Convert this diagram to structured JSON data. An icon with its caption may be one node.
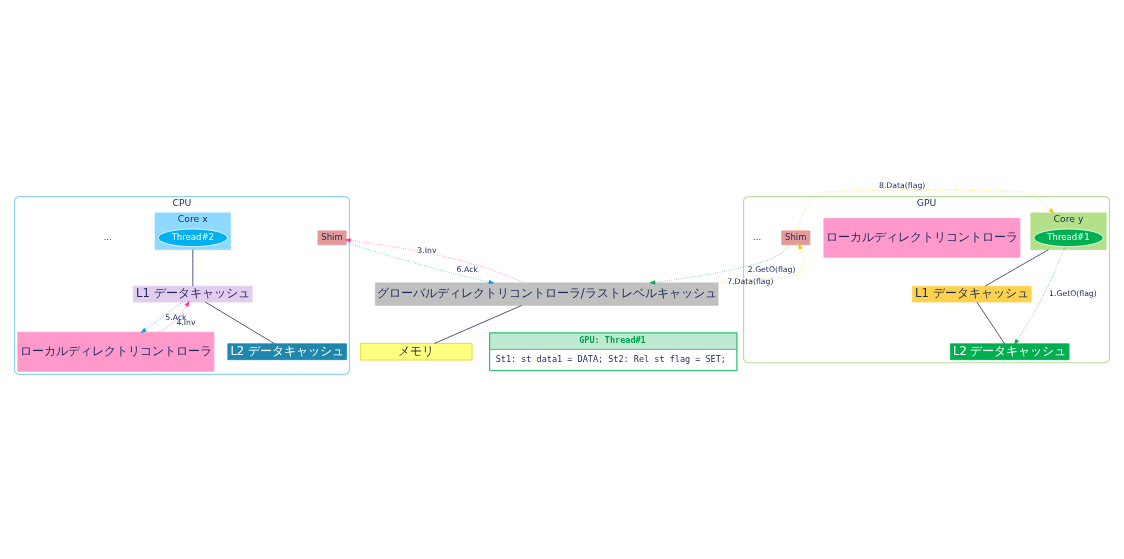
{
  "diagram": {
    "nodes": [
      {
        "text": [
          "CPU"
        ]
      },
      {
        "text": [
          "Core x"
        ],
        "in": 0
      },
      {
        "text": [
          "Thread#2"
        ],
        "in": 1
      },
      {
        "text": [
          "L1 データキャッシュ"
        ],
        "in": 0
      },
      {
        "text": [
          "L2 データキャッシュ"
        ],
        "in": 0
      },
      {
        "text": [
          "ローカルディレクトリコントローラ"
        ],
        "in": 0
      },
      {
        "text": [
          "Shim"
        ],
        "in": 0
      },
      {
        "text": [
          "GPU"
        ]
      },
      {
        "text": [
          "Core y"
        ],
        "in": 7
      },
      {
        "text": [
          "Thread#1"
        ],
        "in": 8
      },
      {
        "text": [
          "L1 データキャッシュ"
        ],
        "in": 7
      },
      {
        "text": [
          "L2 データキャッシュ"
        ],
        "in": 7
      },
      {
        "text": [
          "ローカルディレクトリコントローラ"
        ],
        "in": 7
      },
      {
        "text": [
          "Shim"
        ],
        "in": 7
      },
      {
        "text": [
          "グローバルディレクトリコントローラ/ラストレベルキャッシュ"
        ]
      },
      {
        "text": [
          "メモリ"
        ]
      },
      {
        "text": [
          "GPU: Thread#1",
          "St1: st data1 = DATA; St2: Rel st flag = SET;"
        ]
      }
    ],
    "edges": [
      {
        "from": 1,
        "to": 3,
        "arrow": "none"
      },
      {
        "from": 3,
        "to": 4,
        "arrow": "none"
      },
      {
        "from": 5,
        "to": 3,
        "arrow": "to",
        "label": "4.Inv",
        "style": "dashed",
        "color": "#ff3399"
      },
      {
        "from": 3,
        "to": 5,
        "arrow": "to",
        "label": "5.Ack",
        "style": "dashed",
        "color": "#00a0e9"
      },
      {
        "from": 6,
        "to": 14,
        "arrow": "to",
        "label": "6.Ack",
        "style": "dashed",
        "color": "#00a0e9"
      },
      {
        "from": 14,
        "to": 6,
        "arrow": "to",
        "label": "3.Inv",
        "style": "dashed",
        "color": "#ff3399"
      },
      {
        "from": 8,
        "to": 10,
        "arrow": "none"
      },
      {
        "from": 10,
        "to": 11,
        "arrow": "none"
      },
      {
        "from": 9,
        "to": 11,
        "arrow": "to",
        "label": "1.GetO(flag)",
        "style": "dashed",
        "color": "#00b050"
      },
      {
        "from": 13,
        "to": 8,
        "arrow": "to",
        "label": "8.Data(flag)",
        "style": "dashed",
        "color": "#ffc000"
      },
      {
        "from": 13,
        "to": 14,
        "arrow": "to",
        "label": "2.GetO(flag)",
        "style": "dashed",
        "color": "#00b050"
      },
      {
        "from": 14,
        "to": 13,
        "arrow": "to",
        "label": "7.Data(flag)",
        "style": "dashed",
        "color": "#ffc000"
      },
      {
        "from": 14,
        "to": 15,
        "arrow": "none"
      }
    ],
    "labels": [
      "...",
      "..."
    ]
  }
}
